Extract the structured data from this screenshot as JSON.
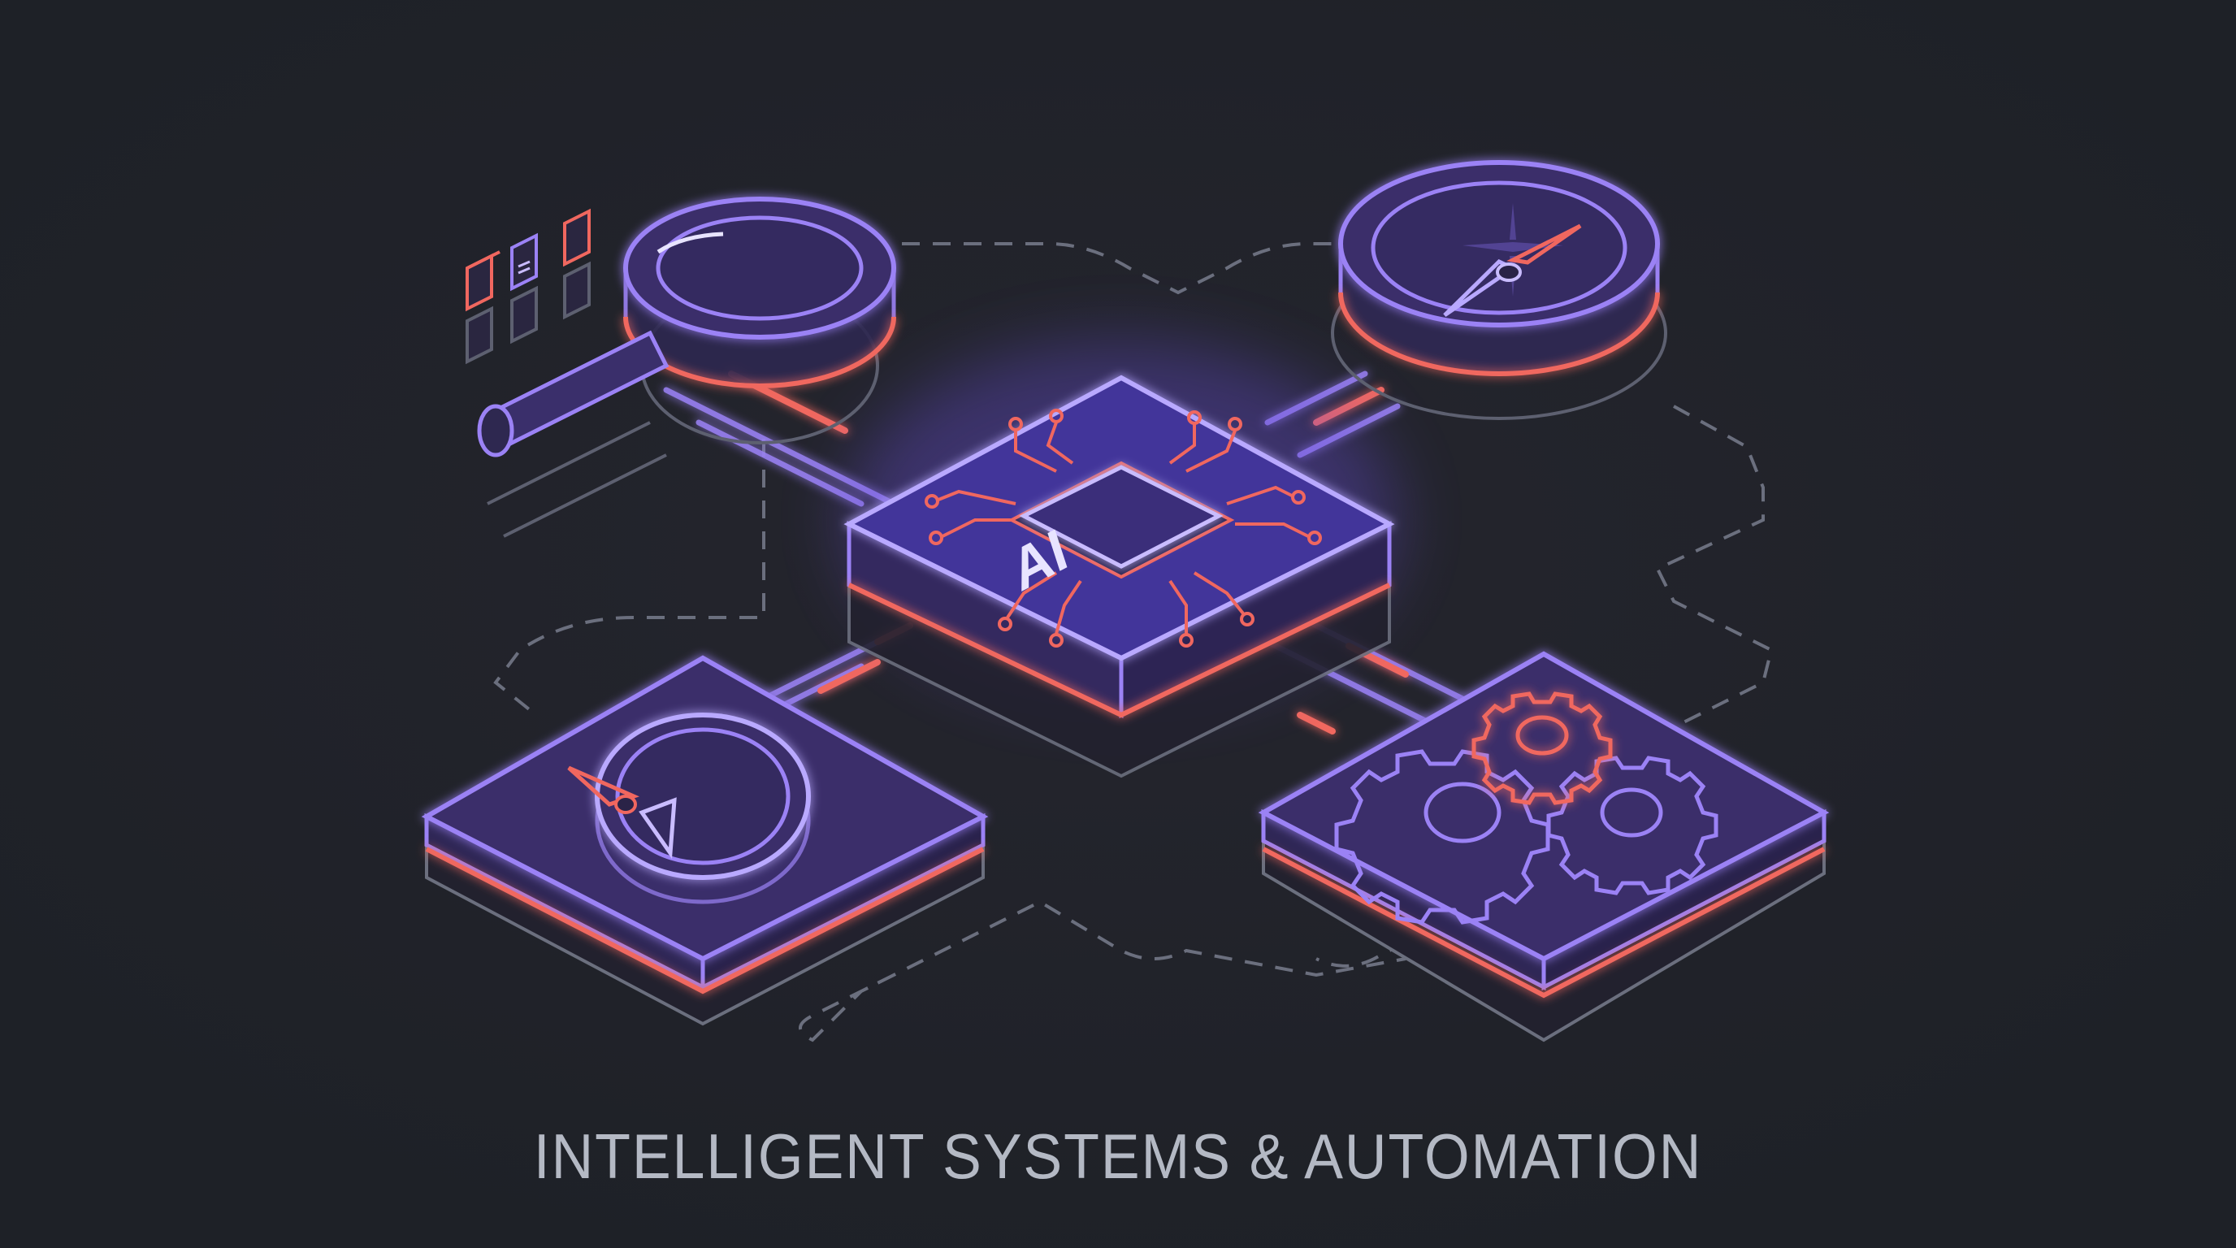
{
  "caption": "INTELLIGENT SYSTEMS & AUTOMATION",
  "colors": {
    "background": "#1f2228",
    "purple": "#9b82f5",
    "purple_fill": "#3a2f6b",
    "coral": "#f0675f",
    "gray_line": "#6b6f7e",
    "caption": "#b4b9c4",
    "chip_label": "#e8e4ff"
  },
  "nodes": {
    "center": {
      "icon": "ai-chip",
      "label": "AI"
    },
    "top_left": {
      "icon": "magnifying-glass"
    },
    "top_right": {
      "icon": "compass"
    },
    "bottom_left": {
      "icon": "compass"
    },
    "bottom_right": {
      "icon": "gears"
    }
  },
  "decorations": {
    "data_blocks": {
      "icon": "document-blocks",
      "count": 6
    }
  }
}
